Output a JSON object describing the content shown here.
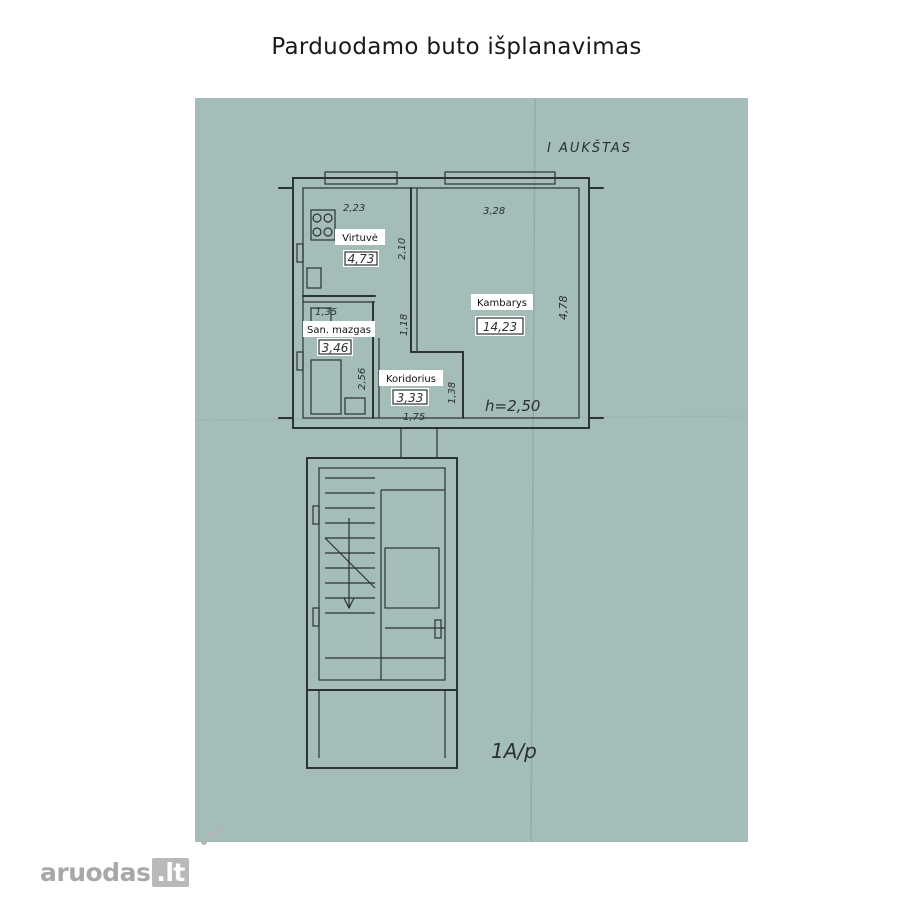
{
  "title": "Parduodamo buto išplanavimas",
  "floor_label": "I AUKŠTAS",
  "ceiling_height": "h=2,50",
  "sheet_code": "1A/p",
  "rooms": [
    {
      "name": "Virtuvė",
      "area": "4,73"
    },
    {
      "name": "Kambarys",
      "area": "14,23"
    },
    {
      "name": "San. mazgas",
      "area": "3,46"
    },
    {
      "name": "Koridorius",
      "area": "3,33"
    }
  ],
  "dimensions": [
    "2,23",
    "3,28",
    "2,10",
    "4,78",
    "1,35",
    "1,18",
    "2,56",
    "1,38",
    "1,75"
  ],
  "watermark": {
    "brand": "aruodas",
    "tld": ".lt"
  },
  "colors": {
    "paper": "#a4bdb8",
    "ink": "#2c3330",
    "watermark": "#a8a8a8"
  }
}
